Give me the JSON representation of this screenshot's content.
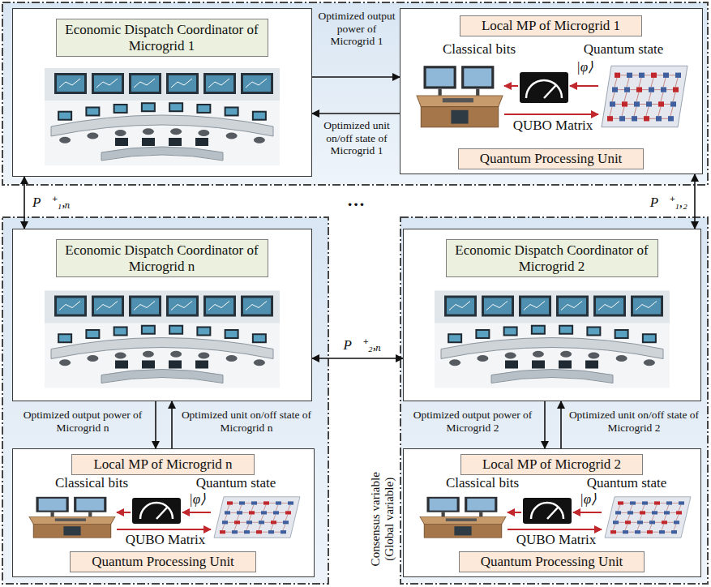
{
  "diagram": {
    "nodes": [
      {
        "text": [
          "Economic Dispatch Coordinator of Microgrid 1"
        ]
      },
      {
        "text": [
          "Local MP of Microgrid 1",
          "Classical bits",
          "Quantum state",
          "|φ⟩",
          "QUBO Matrix",
          "Quantum Processing Unit"
        ]
      },
      {
        "text": [
          "Economic Dispatch Coordinator of Microgrid n"
        ]
      },
      {
        "text": [
          "Economic Dispatch Coordinator of Microgrid 2"
        ]
      },
      {
        "text": [
          "Local MP of Microgrid n",
          "Classical bits",
          "Quantum state",
          "|φ⟩",
          "QUBO Matrix",
          "Quantum Processing Unit"
        ]
      },
      {
        "text": [
          "Local MP of Microgrid 2",
          "Classical bits",
          "Quantum state",
          "|φ⟩",
          "QUBO Matrix",
          "Quantum Processing Unit"
        ]
      }
    ],
    "edges": [
      {
        "from": 0,
        "to": 1,
        "arrow": "to",
        "label": "Optimized output power of Microgrid 1"
      },
      {
        "from": 1,
        "to": 0,
        "arrow": "to",
        "label": "Optimized unit on/off state of Microgrid 1"
      },
      {
        "from": 0,
        "to": 2,
        "arrow": "both",
        "label": "P⃗⁺₁,ₙ"
      },
      {
        "from": 1,
        "to": 3,
        "arrow": "both",
        "label": "P⃗⁺₁,₂"
      },
      {
        "from": 2,
        "to": 3,
        "arrow": "both",
        "label": "P⃗⁺₂,ₙ"
      },
      {
        "from": 2,
        "to": 4,
        "arrow": "to",
        "label": "Optimized output power of Microgrid n"
      },
      {
        "from": 4,
        "to": 2,
        "arrow": "to",
        "label": "Optimized unit on/off state of Microgrid n"
      },
      {
        "from": 3,
        "to": 5,
        "arrow": "to",
        "label": "Optimized output power of Microgrid 2"
      },
      {
        "from": 5,
        "to": 3,
        "arrow": "to",
        "label": "Optimized unit on/off state of Microgrid 2"
      }
    ],
    "labels": [
      "…",
      "Consensus variable (Global variable)"
    ]
  }
}
